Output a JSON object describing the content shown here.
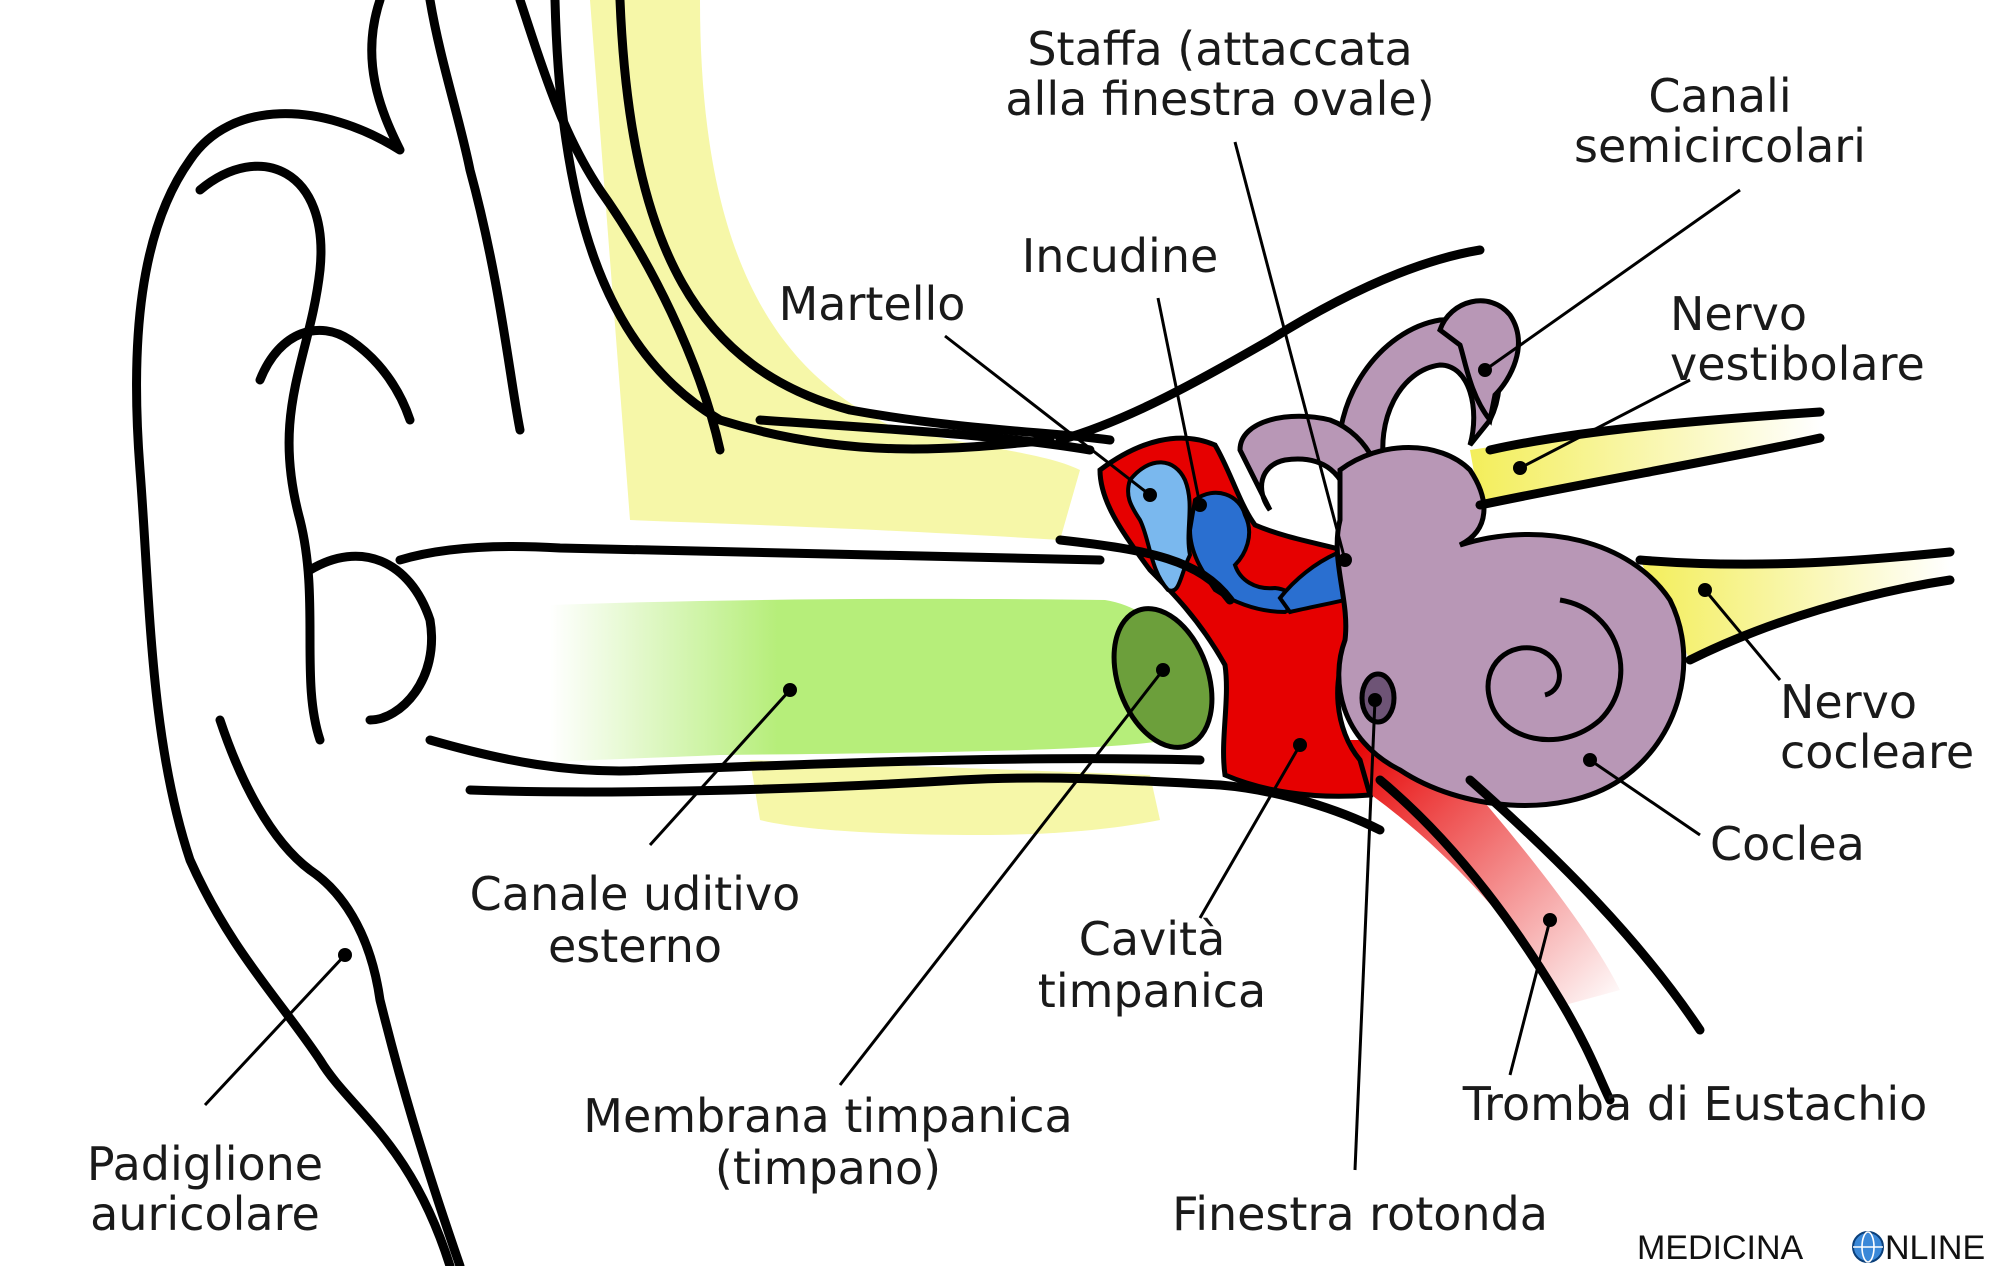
{
  "labels": {
    "staffa_l1": "Staffa (attaccata",
    "staffa_l2": "alla finestra ovale)",
    "canali_l1": "Canali",
    "canali_l2": "semicircolari",
    "incudine": "Incudine",
    "martello": "Martello",
    "nervo_vest_l1": "Nervo",
    "nervo_vest_l2": "vestibolare",
    "nervo_coc_l1": "Nervo",
    "nervo_coc_l2": "cocleare",
    "coclea": "Coclea",
    "canale_l1": "Canale uditivo",
    "canale_l2": "esterno",
    "cavita_l1": "Cavità",
    "cavita_l2": "timpanica",
    "tromba": "Tromba di Eustachio",
    "membrana_l1": "Membrana timpanica",
    "membrana_l2": "(timpano)",
    "finestra": "Finestra rotonda",
    "padiglione_l1": "Padiglione",
    "padiglione_l2": "auricolare"
  },
  "watermark": {
    "left": "MEDICINA",
    "right": "NLINE",
    "icon": "globe-icon"
  },
  "colors": {
    "bone_yellow": "#f6f7a8",
    "canal_green": "#b6ee7a",
    "eardrum": "#6c9f3b",
    "tympanic_red": "#e60000",
    "malleus_blue": "#7ab8ee",
    "incus_blue": "#2a6fd0",
    "inner_ear_mauve": "#b897b6",
    "nerve_yellow": "#f3ee5a"
  }
}
